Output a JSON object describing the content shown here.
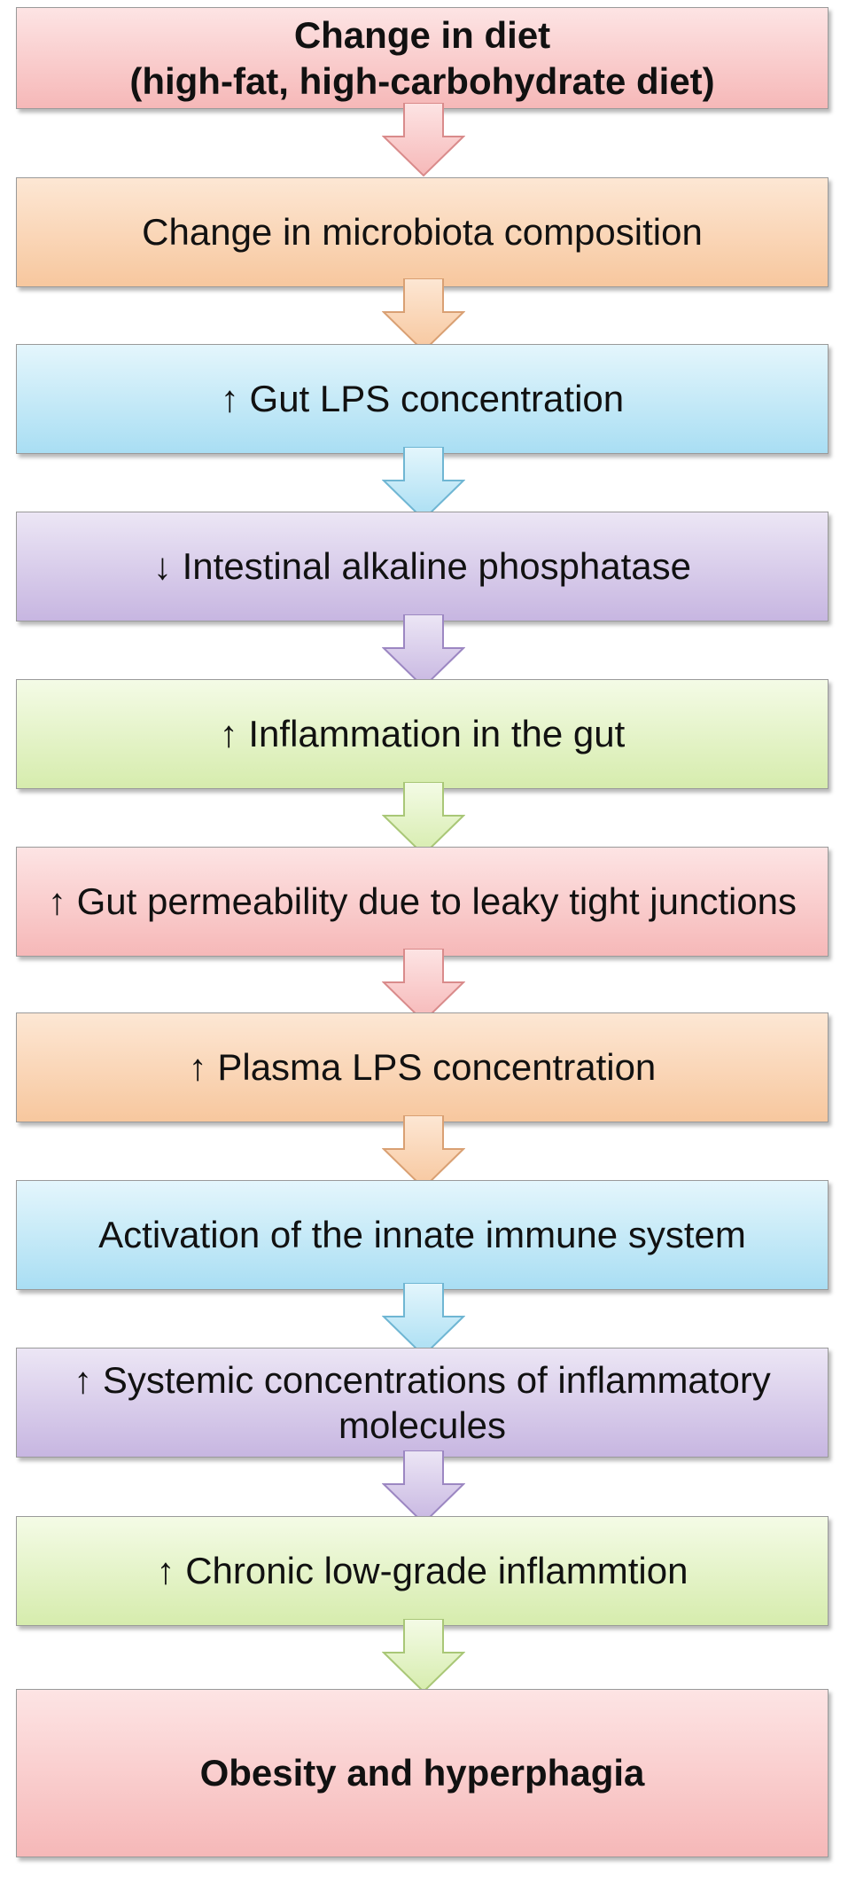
{
  "colors": {
    "red_top": "#fde4e4",
    "red_bottom": "#f6b8b8",
    "red_stroke": "#d98b8b",
    "orange_top": "#fde7d4",
    "orange_bottom": "#f7c79e",
    "orange_stroke": "#d9a073",
    "blue_top": "#e4f6fc",
    "blue_bottom": "#a9def3",
    "blue_stroke": "#6fb6d3",
    "purple_top": "#ece6f5",
    "purple_bottom": "#c7b6e1",
    "purple_stroke": "#9c87c2",
    "green_top": "#f4fbe6",
    "green_bottom": "#d6ecad",
    "green_stroke": "#a9c777"
  },
  "steps": [
    {
      "text": "Change in diet\n(high-fat, high-carbohydrate diet)",
      "color": "red"
    },
    {
      "text": "Change in microbiota composition",
      "color": "orange"
    },
    {
      "text": "↑ Gut LPS concentration",
      "color": "blue"
    },
    {
      "text": "↓ Intestinal alkaline phosphatase",
      "color": "purple"
    },
    {
      "text": "↑ Inflammation in the gut",
      "color": "green"
    },
    {
      "text": "↑ Gut permeability due to leaky tight junctions",
      "color": "red"
    },
    {
      "text": "↑ Plasma LPS concentration",
      "color": "orange"
    },
    {
      "text": "Activation of the innate immune system",
      "color": "blue"
    },
    {
      "text": "↑ Systemic concentrations of inflammatory molecules",
      "color": "purple"
    },
    {
      "text": "↑ Chronic low-grade inflammtion",
      "color": "green"
    },
    {
      "text": "Obesity and hyperphagia",
      "color": "red"
    }
  ]
}
